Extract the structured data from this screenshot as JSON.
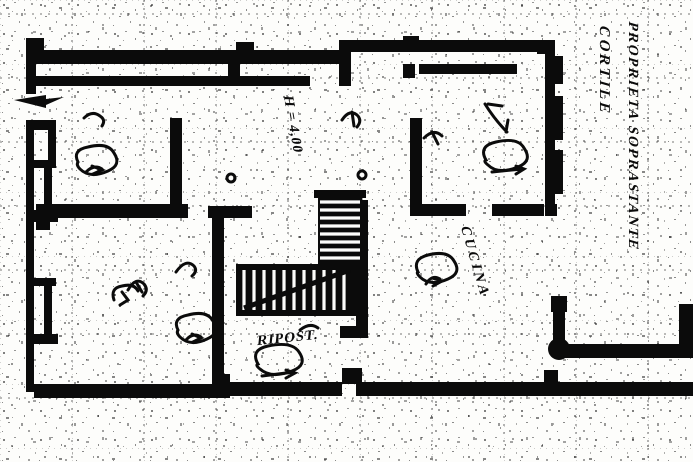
{
  "document": {
    "kind": "architectural-floor-plan-scan",
    "media": "photocopied blueprint / cadastral plan",
    "ink_color": "#0b0b0b",
    "paper_color": "#fdfdfb"
  },
  "annotations": {
    "cortile": "CORTILE",
    "soprastante": "PROPRIETA SOPRASTANTE",
    "cucina": "CUCINA",
    "altezza": "H = 4,00",
    "riposti": "RIPOST."
  },
  "markers": {
    "entry_arrow": "left-pointing-arrow",
    "circled_notes": [
      "circled-annotation-upper-left",
      "circled-annotation-right-room",
      "circled-annotation-center",
      "circled-annotation-lower-left",
      "circled-annotation-below-riposti",
      "circled-annotation-mid-left"
    ]
  },
  "rooms": [
    {
      "name": "upper-left-room"
    },
    {
      "name": "lower-left-room"
    },
    {
      "name": "central-stair-hall"
    },
    {
      "name": "right-room-cucina"
    },
    {
      "name": "courtyard-cortile"
    },
    {
      "name": "storage-riposti"
    }
  ],
  "features": {
    "staircase": "two-flight-staircase-with-landing",
    "columns": "round-column-lower-right",
    "windows": "wall-openings-left-and-right"
  }
}
